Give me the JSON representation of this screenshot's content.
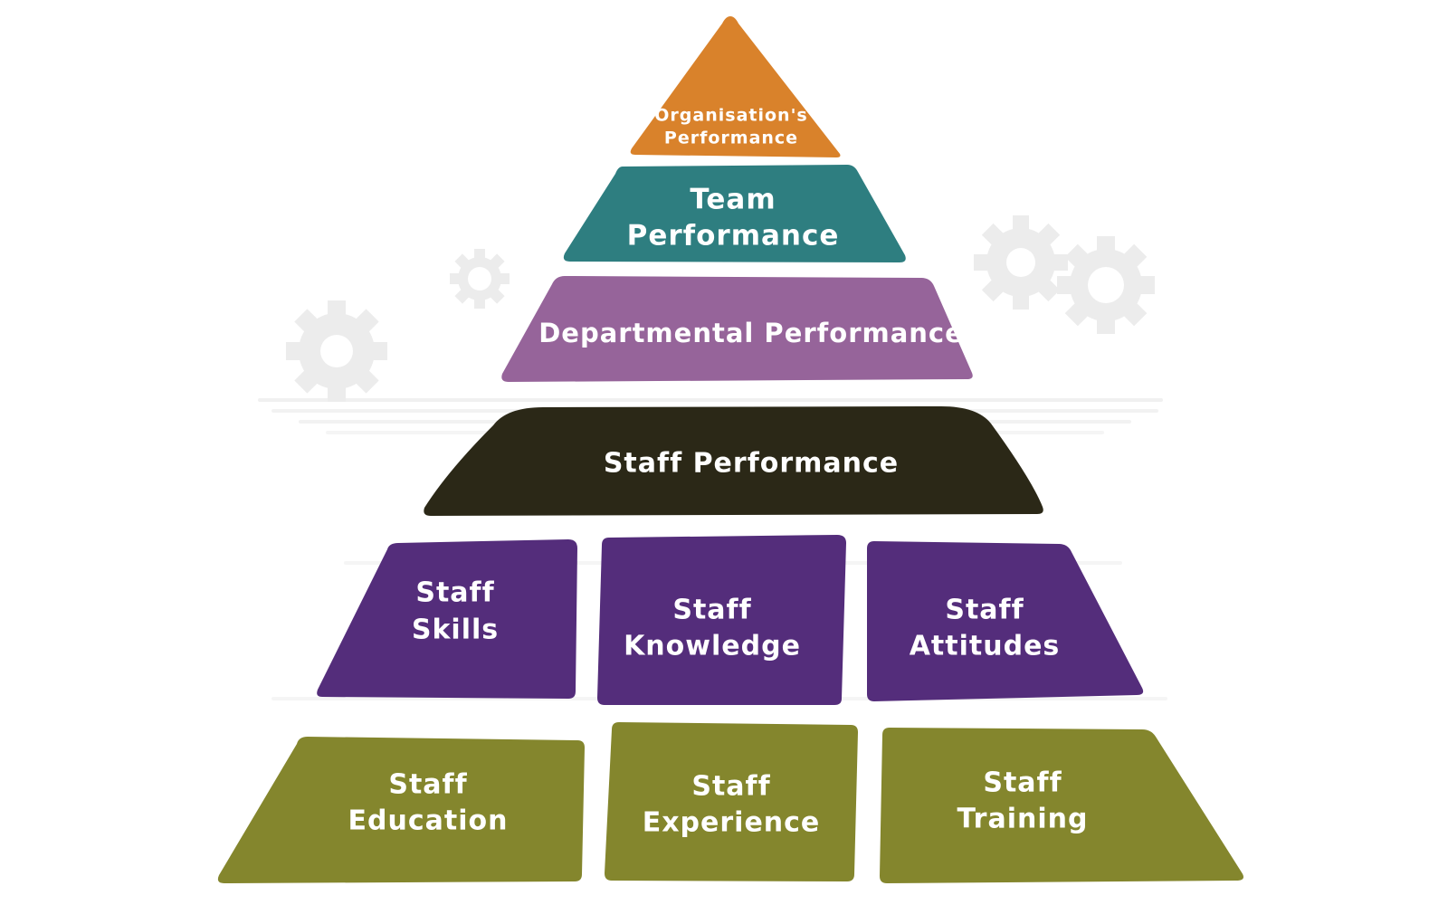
{
  "diagram": {
    "type": "pyramid",
    "colors": {
      "organisation": "#d9822b",
      "team": "#2e7e80",
      "departmental": "#96649a",
      "staff_performance": "#2b2817",
      "staff_attributes": "#542d7b",
      "staff_foundations": "#84862d"
    },
    "tiers": {
      "organisation": {
        "line1": "Organisation's",
        "line2": "Performance"
      },
      "team": {
        "line1": "Team",
        "line2": "Performance"
      },
      "departmental": {
        "label": "Departmental Performance"
      },
      "staff_performance": {
        "label": "Staff  Performance"
      },
      "attributes": [
        {
          "line1": "Staff",
          "line2": "Skills"
        },
        {
          "line1": "Staff",
          "line2": "Knowledge"
        },
        {
          "line1": "Staff",
          "line2": "Attitudes"
        }
      ],
      "foundations": [
        {
          "line1": "Staff",
          "line2": "Education"
        },
        {
          "line1": "Staff",
          "line2": "Experience"
        },
        {
          "line1": "Staff",
          "line2": "Training"
        }
      ]
    },
    "decorations": [
      "gear-icon",
      "gear-icon",
      "gear-icon",
      "gear-icon",
      "world-map-dots"
    ]
  }
}
